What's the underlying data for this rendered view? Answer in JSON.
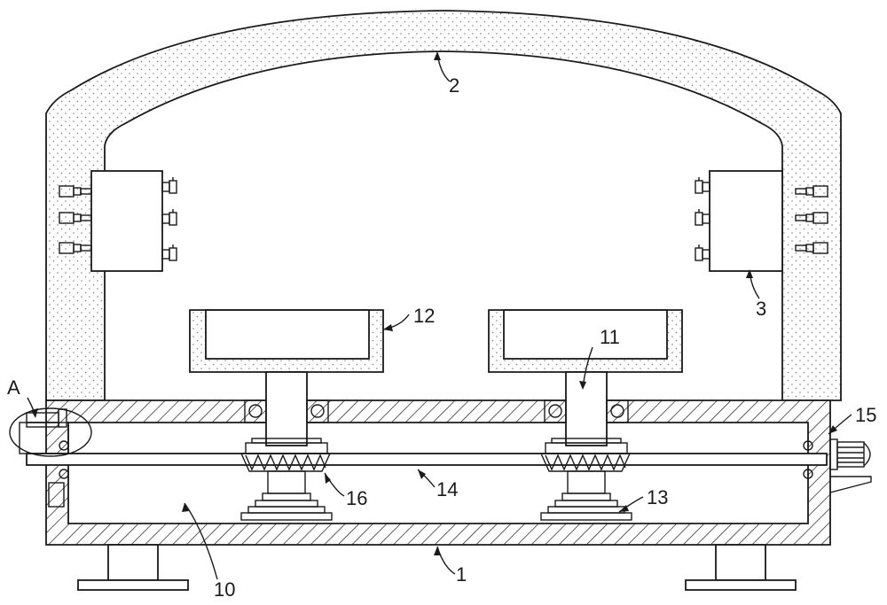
{
  "drawing": {
    "labels": {
      "l1": "1",
      "l2": "2",
      "l3": "3",
      "l10": "10",
      "l11": "11",
      "l12": "12",
      "l13": "13",
      "l14": "14",
      "l15": "15",
      "l16": "16",
      "lA": "A"
    },
    "colors": {
      "line": "#1a1a1a",
      "background": "#ffffff",
      "stipple": "#7a7a7a"
    }
  }
}
